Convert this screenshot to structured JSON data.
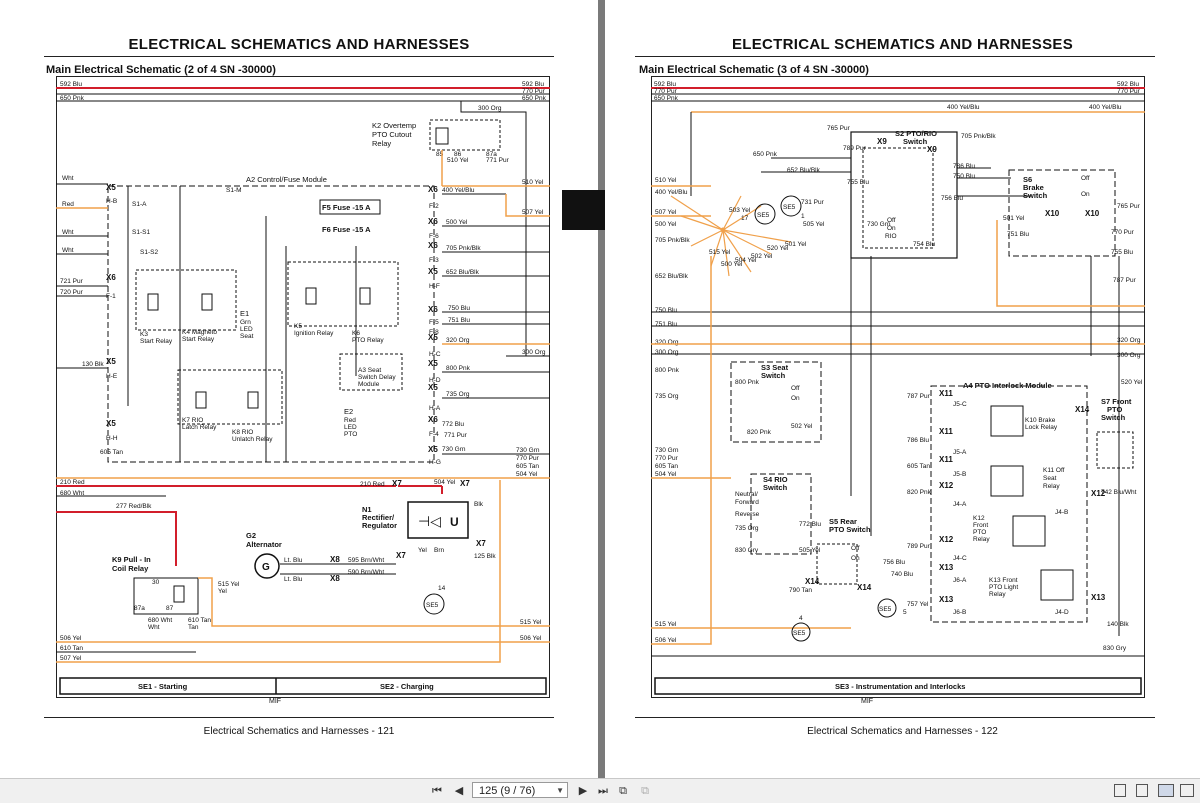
{
  "header": {
    "title": "ELECTRICAL   SCHEMATICS AND HARNESSES"
  },
  "left_page": {
    "subtitle": "Main Electrical Schematic (2 of 4 SN -30000)",
    "footer": "Electrical   Schematics and Harnesses  - 121",
    "mif": "MIF",
    "sections": [
      "SE1 - Starting",
      "SE2 - Charging"
    ],
    "components": {
      "k2_l1": "K2 Overtemp",
      "k2_l2": "PTO Cutout",
      "k2_l3": "Relay",
      "a2": "A2 Control/Fuse Module",
      "f5": "F5 Fuse -15 A",
      "f6": "F6 Fuse -15 A",
      "k3_l1": "K3",
      "k3_l2": "Start Relay",
      "k4_l1": "K4 Magneto",
      "k4_l2": "Start Relay",
      "e1_l1": "E1",
      "e1_l2": "Grn",
      "e1_l3": "LED",
      "e1_l4": "Seat",
      "k5_l1": "K5",
      "k5_l2": "Ignition Relay",
      "k6_l1": "K6",
      "k6_l2": "PTO Relay",
      "a3_l1": "A3 Seat",
      "a3_l2": "Switch Delay",
      "a3_l3": "Module",
      "k7_l1": "K7 RIO",
      "k7_l2": "Latch Relay",
      "k8_l1": "K8 RIO",
      "k8_l2": "Unlatch Relay",
      "e2_l1": "E2",
      "e2_l2": "Red",
      "e2_l3": "LED",
      "e2_l4": "PTO",
      "n1_l1": "N1",
      "n1_l2": "Rectifier/",
      "n1_l3": "Regulator",
      "g2_l1": "G2",
      "g2_l2": "Alternator",
      "k9_l1": "K9 Pull - In",
      "k9_l2": "Coil Relay",
      "se5": "SE5",
      "se5_wire": "14"
    },
    "connectors": {
      "x5": "X5",
      "x6": "X6",
      "x7": "X7",
      "x8": "X8",
      "hb": "H-B",
      "f1": "F-1",
      "he": "H-E",
      "hh": "H-H",
      "f2": "F-2",
      "f6": "F-6",
      "f3": "F-3",
      "hf": "H-F",
      "f5": "F-5",
      "f8": "F-8",
      "hc": "H-C",
      "hd": "H-D",
      "ha": "H-A",
      "f4": "F-4",
      "hg": "H-G",
      "s1a": "S1-A",
      "s1s1": "S1-S1",
      "s1s2": "S1-S2",
      "s1m": "S1-M",
      "p85": "85",
      "p86": "86",
      "p87a": "87a",
      "p30": "30",
      "p87": "87"
    },
    "wires": {
      "w592": "592 Blu",
      "w770": "770 Pur",
      "w650": "650 Pnk",
      "w300": "300 Org",
      "w510": "510 Yel",
      "w771": "771 Pur",
      "wht": "Wht",
      "red": "Red",
      "w721": "721 Pur",
      "w720": "720 Pur",
      "w130": "130 Blk",
      "w605": "605 Tan",
      "w400": "400 Yel/Blu",
      "w500": "500 Yel",
      "w705": "705 Pnk/Blk",
      "w652": "652 Blu/Blk",
      "w750": "750 Blu",
      "w751": "751 Blu",
      "w320": "320 Org",
      "w800": "800 Pnk",
      "w735": "735 Org",
      "w772": "772 Blu",
      "w730": "730 Grn",
      "w504": "504 Yel",
      "w507": "507 Yel",
      "w210": "210 Red",
      "w680": "680 Wht",
      "w277": "277 Red/Blk",
      "w595": "595 Brn/Wht",
      "w590": "590 Brn/Wht",
      "ltblu": "Lt. Blu",
      "w515": "515 Yel",
      "w506": "506 Yel",
      "w610": "610 Tan",
      "w125": "125 Blk",
      "blk": "Blk",
      "yel": "Yel",
      "tan": "Tan",
      "brn": "Brn"
    }
  },
  "right_page": {
    "subtitle": "Main Electrical Schematic (3 of 4 SN -30000)",
    "footer": "Electrical   Schematics and Harnesses  - 122",
    "mif": "MIF",
    "sections": [
      "SE3 - Instrumentation and Interlocks"
    ],
    "components": {
      "s2_l1": "S2 PTO/RIO",
      "s2_l2": "Switch",
      "s6_l1": "S6",
      "s6_l2": "Brake",
      "s6_l3": "Switch",
      "s3_l1": "S3 Seat",
      "s3_l2": "Switch",
      "a4": "A4 PTO Interlock Module",
      "k10_l1": "K10 Brake",
      "k10_l2": "Lock Relay",
      "k11_l1": "K11 Off",
      "k11_l2": "Seat",
      "k11_l3": "Relay",
      "k12_l1": "K12",
      "k12_l2": "Front",
      "k12_l3": "PTO",
      "k12_l4": "Relay",
      "k13_l1": "K13 Front",
      "k13_l2": "PTO Light",
      "k13_l3": "Relay",
      "s4_l1": "S4 RIO",
      "s4_l2": "Switch",
      "s5_l1": "S5 Rear",
      "s5_l2": "PTO Switch",
      "s7_l1": "S7 Front",
      "s7_l2": "PTO",
      "s7_l3": "Switch",
      "se5": "SE5",
      "off": "Off",
      "on": "On",
      "rio": "RIO",
      "neutral": "Neutral/",
      "forward": "Forward",
      "reverse": "Reverse"
    },
    "connectors": {
      "x9": "X9",
      "x10": "X10",
      "x11": "X11",
      "x12": "X12",
      "x13": "X13",
      "x14": "X14",
      "j5c": "J5-C",
      "j5a": "J5-A",
      "j5b": "J5-B",
      "j4a": "J4-A",
      "j4c": "J4-C",
      "j6a": "J6-A",
      "j6b": "J6-B",
      "j4b": "J4-B",
      "j4d": "J4-D"
    },
    "wires": {
      "w592": "592 Blu",
      "w770": "770 Pur",
      "w650": "650 Pnk",
      "w400": "400 Yel/Blu",
      "w765": "765 Pur",
      "w705": "705 Pnk/Blk",
      "w789": "789 Pur",
      "w786": "786 Blu",
      "w652": "652 Blu/Blk",
      "w750": "750 Blu",
      "w755": "755 Blu",
      "w756": "756 Blu",
      "w510": "510 Yel",
      "w503": "503 Yel",
      "w731": "731 Pur",
      "w507": "507 Yel",
      "w500": "500 Yel",
      "w505": "505 Yel",
      "w501": "501 Yel",
      "w730": "730 Grn",
      "w754": "754 Blu",
      "w751": "751 Blu",
      "w515": "515 Yel",
      "w502": "502 Yel",
      "w504": "504 Yel",
      "w520": "520 Yel",
      "w787": "787 Pur",
      "w320": "320 Org",
      "w300": "300 Org",
      "w800": "800 Pnk",
      "w735": "735 Org",
      "w820": "820 Pnk",
      "w605": "605 Tan",
      "w772": "772 Blu",
      "w830": "830 Gry",
      "w790": "790 Tan",
      "w740": "740 Blu",
      "w757": "757 Yel",
      "w742": "742 Blu/Wht",
      "w140": "140 Blk",
      "w506": "506 Yel",
      "n17": "17",
      "n1": "1",
      "n4": "4",
      "n5": "5"
    }
  },
  "toolbar": {
    "page_indicator": "125 (9 / 76)",
    "first_icon": "first-page-icon",
    "prev_icon": "previous-page-icon",
    "next_icon": "next-page-icon",
    "last_icon": "last-page-icon"
  },
  "colors": {
    "red_wire": "#d21e2b",
    "orange_wire": "#f0a04a",
    "black_tab": "#111111"
  }
}
